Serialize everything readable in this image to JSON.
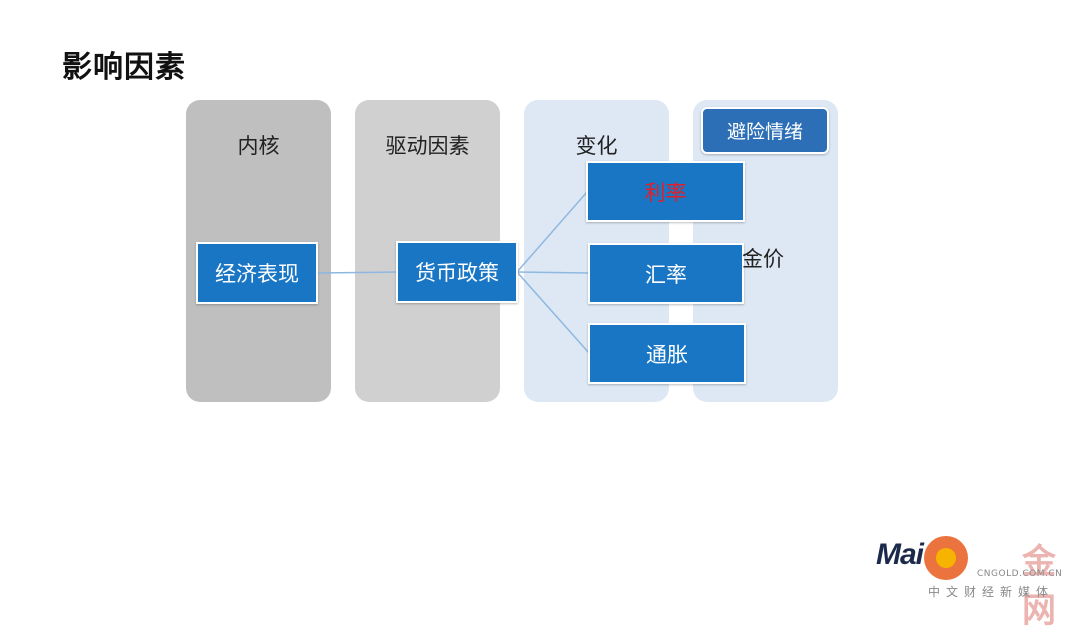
{
  "title": "影响因素",
  "columns": [
    {
      "label": "内核",
      "color": "#bfbfbf"
    },
    {
      "label": "驱动因素",
      "color": "#d0d0d0"
    },
    {
      "label": "变化",
      "color": "#dde8f4"
    },
    {
      "label": "",
      "color": "#dde8f4"
    }
  ],
  "nodes": {
    "economy": "经济表现",
    "monetary_policy": "货币政策",
    "interest_rate": "利率",
    "exchange_rate": "汇率",
    "inflation": "通胀",
    "risk_aversion": "避险情绪",
    "gold_price": "金价"
  },
  "colors": {
    "node_fill": "#1976c5",
    "node_text": "#ffffff",
    "highlight_text": "#e41e26",
    "connector": "#8fb8e0"
  },
  "watermark": {
    "brand": "Mai",
    "cn_text": "金网",
    "url": "CNGOLD.COM.CN",
    "slogan": "中文财经新媒体"
  }
}
